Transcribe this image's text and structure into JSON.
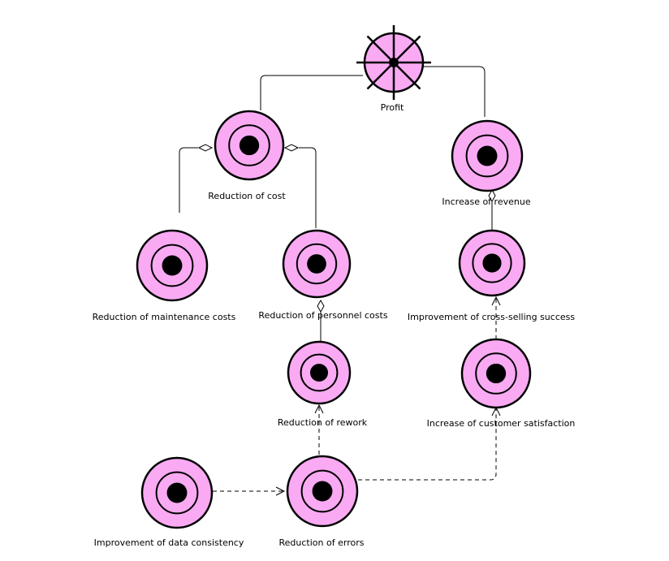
{
  "colors": {
    "goal_fill": "#f9aaf3",
    "stroke": "#000000",
    "background": "#ffffff"
  },
  "nodes": {
    "profit": {
      "label": "Profit",
      "icon": "ship-wheel-icon"
    },
    "reduction_of_cost": {
      "label": "Reduction of cost",
      "icon": "target-icon"
    },
    "increase_of_revenue": {
      "label": "Increase of revenue",
      "icon": "target-icon"
    },
    "reduction_of_maintenance_costs": {
      "label": "Reduction of maintenance costs",
      "icon": "target-icon"
    },
    "reduction_of_personnel_costs": {
      "label": "Reduction of personnel costs",
      "icon": "target-icon"
    },
    "improvement_of_cross_selling_success": {
      "label": "Improvement of cross-selling success",
      "icon": "target-icon"
    },
    "reduction_of_rework": {
      "label": "Reduction of rework",
      "icon": "target-icon"
    },
    "increase_of_customer_satisfaction": {
      "label": "Increase of customer satisfaction",
      "icon": "target-icon"
    },
    "improvement_of_data_consistency": {
      "label": "Improvement of data consistency",
      "icon": "target-icon"
    },
    "reduction_of_errors": {
      "label": "Reduction of errors",
      "icon": "target-icon"
    }
  },
  "edges": [
    {
      "from": "reduction_of_cost",
      "to": "profit",
      "type": "solid"
    },
    {
      "from": "increase_of_revenue",
      "to": "profit",
      "type": "solid"
    },
    {
      "from": "reduction_of_maintenance_costs",
      "to": "reduction_of_cost",
      "type": "aggregation"
    },
    {
      "from": "reduction_of_personnel_costs",
      "to": "reduction_of_cost",
      "type": "aggregation"
    },
    {
      "from": "improvement_of_cross_selling_success",
      "to": "increase_of_revenue",
      "type": "aggregation"
    },
    {
      "from": "reduction_of_rework",
      "to": "reduction_of_personnel_costs",
      "type": "aggregation"
    },
    {
      "from": "increase_of_customer_satisfaction",
      "to": "improvement_of_cross_selling_success",
      "type": "dependency"
    },
    {
      "from": "reduction_of_errors",
      "to": "reduction_of_rework",
      "type": "dependency"
    },
    {
      "from": "improvement_of_data_consistency",
      "to": "reduction_of_errors",
      "type": "dependency"
    },
    {
      "from": "reduction_of_errors",
      "to": "increase_of_customer_satisfaction",
      "type": "dependency"
    }
  ]
}
